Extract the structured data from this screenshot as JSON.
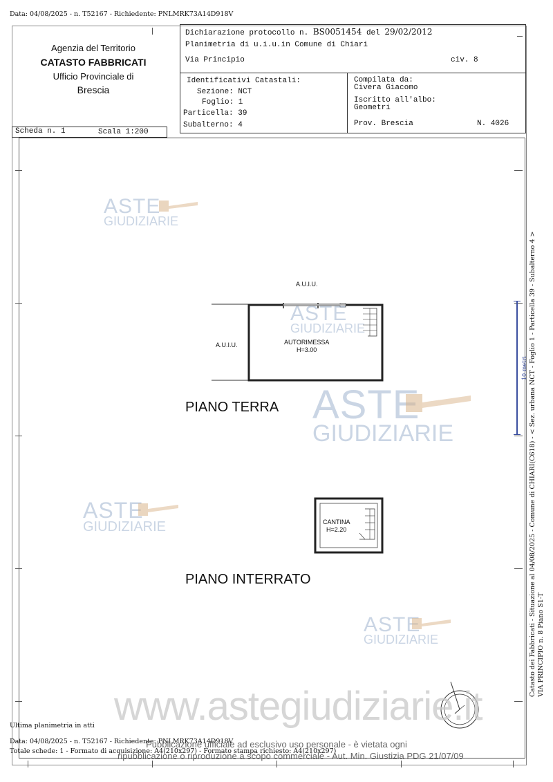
{
  "top_meta": "Data: 04/08/2025 - n. T52167 - Richiedente: PNLMRK73A14D918V",
  "agency": {
    "line1": "Agenzia del Territorio",
    "line2": "CATASTO FABBRICATI",
    "line3": "Ufficio Provinciale di",
    "line4": "Brescia"
  },
  "declaration": {
    "label": "Dichiarazione protocollo n.",
    "number": "BS0051454",
    "del_label": "del",
    "date": "29/02/2012"
  },
  "planimetria": "Planimetria di u.i.u.in Comune di Chiari",
  "address": {
    "street": "Via Principio",
    "civ": "civ. 8"
  },
  "identificativi": {
    "title": "Identificativi Catastali:",
    "sezione": "Sezione: NCT",
    "foglio": "Foglio: 1",
    "particella": "Particella: 39",
    "subalterno": "Subalterno: 4"
  },
  "compilata": {
    "label": "Compilata da:",
    "name": "Civera Giacomo",
    "albo_label": "Iscritto all'albo:",
    "albo": "Geometri",
    "prov": "Prov. Brescia",
    "num": "N.  4026"
  },
  "scheda": {
    "label": "Scheda n. 1",
    "scala": "Scala 1:200"
  },
  "plan": {
    "auiu_top": "A.U.I.U.",
    "auiu_left": "A.U.I.U.",
    "room1_name": "AUTORIMESSA",
    "room1_h": "H=3.00",
    "floor1": "PIANO TERRA",
    "room2_name": "CANTINA",
    "room2_h": "H=2.20",
    "floor2": "PIANO INTERRATO"
  },
  "side_note": "10 metri",
  "vertical_text_1": "Catasto dei Fabbricati - Situazione al 04/08/2025 - Comune di CHIARI(C618) - < Sez. urbana NCT - Foglio 1 - Particella 39 - Subalterno 4 >",
  "vertical_text_2": "VIA PRINCIPIO n. 8 Piano S1-T",
  "watermark": {
    "aste": "ASTE",
    "giudiziarie": "GIUDIZIARIE",
    "site": "www.astegiudiziarie.it"
  },
  "footer": {
    "ultima": "Ultima planimetria in atti",
    "data": "Data: 04/08/2025 - n. T52167 - Richiedente: PNLMRK73A14D918V",
    "totale": "Totale schede: 1 - Formato di acquisizione: A4(210x297) - Formato stampa richiesto: A4(210x297)",
    "pub1": "Pubblicazione ufficiale ad esclusivo uso personale - è vietata ogni",
    "pub2": "ripubblicazione o riproduzione a scopo commerciale - Aut. Min. Giustizia PDG 21/07/09"
  },
  "colors": {
    "watermark": "#9fb4cf",
    "gavel": "#d9b48a",
    "scalebar": "#3b4fa0"
  }
}
